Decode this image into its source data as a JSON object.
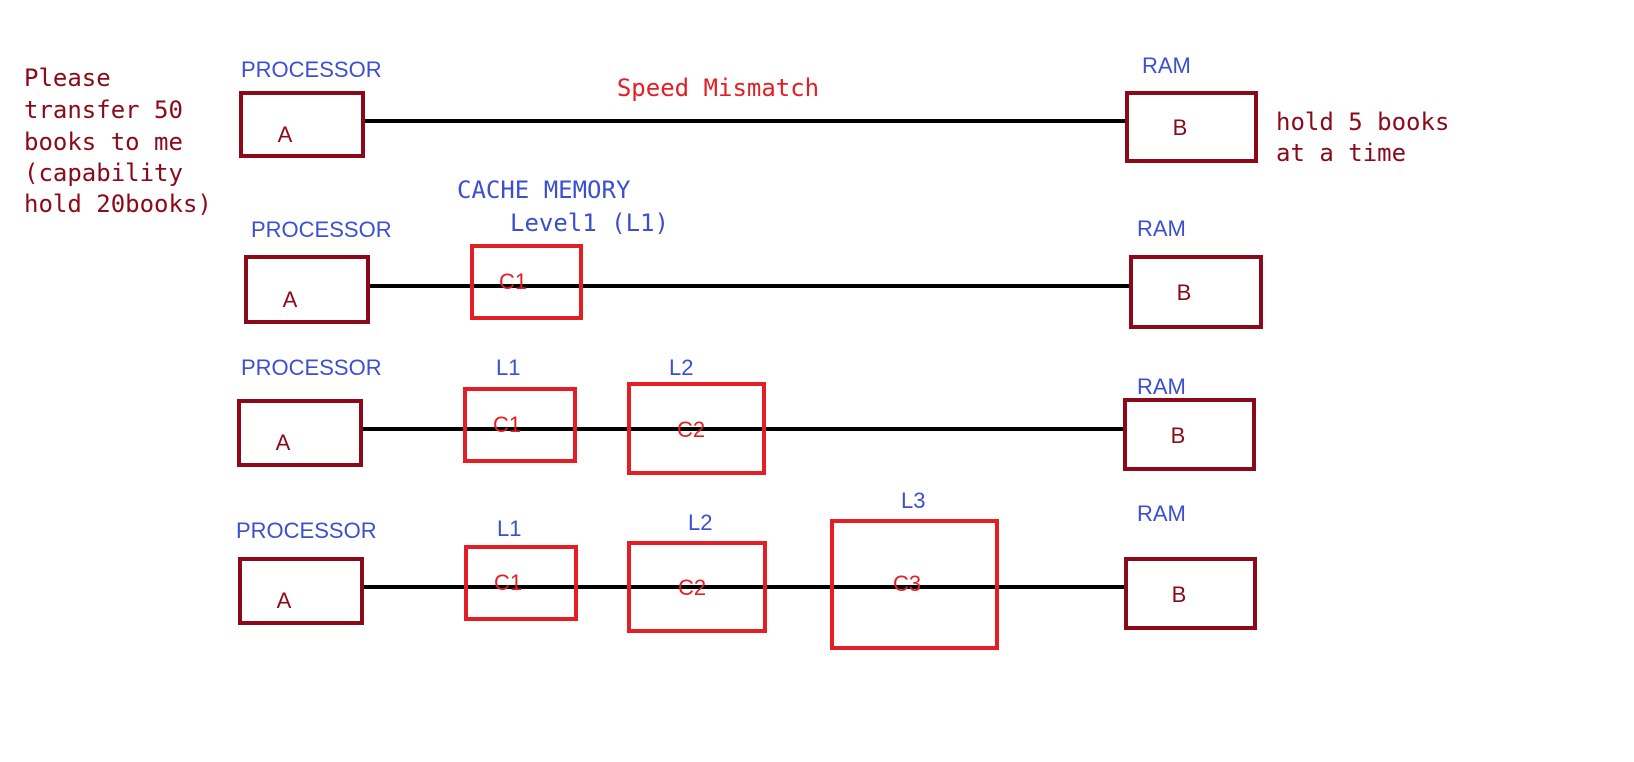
{
  "note_left": [
    "Please",
    "transfer 50",
    "books to me",
    "(capability",
    "hold 20books)"
  ],
  "note_right": [
    "hold 5 books",
    "at a time"
  ],
  "speed_mismatch": "Speed Mismatch",
  "cache_memory": "CACHE MEMORY",
  "level1": "Level1 (L1)",
  "processor_label": "PROCESSOR",
  "ram_label": "RAM",
  "node_a": "A",
  "node_b": "B",
  "l1": "L1",
  "l2": "L2",
  "l3": "L3",
  "c1": "C1",
  "c2": "C2",
  "c3": "C3",
  "colors": {
    "label": "#3b4fd0",
    "note": "#8b0a1a",
    "cache": "#e31e24",
    "box": "#8b0a1a",
    "wire": "#000000"
  }
}
